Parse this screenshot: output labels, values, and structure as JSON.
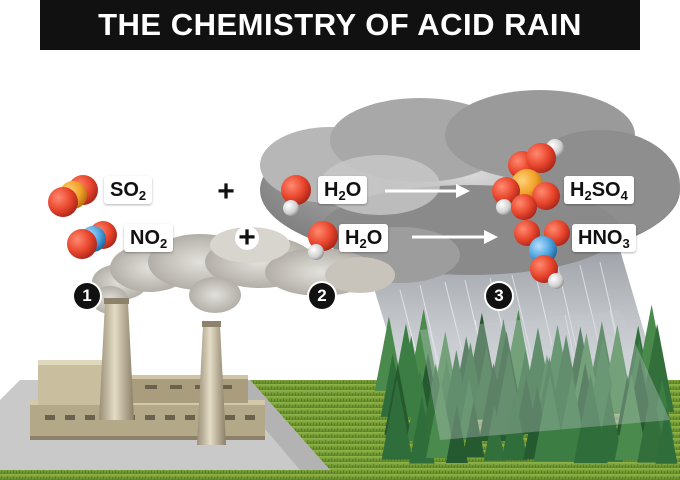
{
  "title": "THE CHEMISTRY OF ACID RAIN",
  "reactions": [
    {
      "reactant": {
        "base": "SO",
        "sub": "2"
      },
      "plus": "+",
      "water": {
        "pre": "H",
        "sub": "2",
        "post": "O"
      },
      "product": {
        "parts": [
          "H",
          "2",
          "SO",
          "4"
        ]
      }
    },
    {
      "reactant": {
        "base": "NO",
        "sub": "2"
      },
      "plus": "+",
      "water": {
        "pre": "H",
        "sub": "2",
        "post": "O"
      },
      "product": {
        "parts": [
          "HNO",
          "3"
        ]
      }
    }
  ],
  "steps": [
    "1",
    "2",
    "3"
  ],
  "colors": {
    "oxygen": "#e8452c",
    "hydrogen": "#d7d7d7",
    "sulfur": "#f2a228",
    "nitrogen": "#4fa3de",
    "sky": "#ffffff",
    "grass": "#7da13a",
    "forest": "#2f6d3a",
    "title_bg": "#111111"
  },
  "icons": [
    "so2-molecule-icon",
    "no2-molecule-icon",
    "water-molecule-icon",
    "sulfuric-acid-molecule-icon",
    "nitric-acid-molecule-icon",
    "power-plant-icon",
    "cloud-icon",
    "rain-icon",
    "forest-icon",
    "arrow-icon"
  ]
}
